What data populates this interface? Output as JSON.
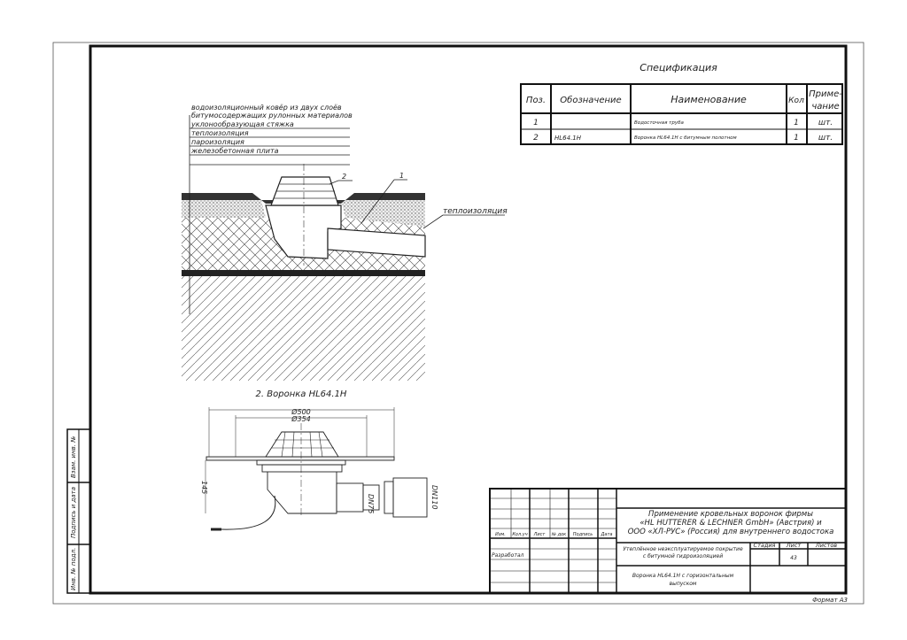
{
  "specification": {
    "title": "Спецификация",
    "headers": [
      "Поз.",
      "Обозначение",
      "Наименование",
      "Кол",
      "Приме-",
      "чание"
    ],
    "rows": [
      {
        "pos": "1",
        "designation": "",
        "name": "Водосточная труба",
        "qty": "1",
        "note": "шт."
      },
      {
        "pos": "2",
        "designation": "HL64.1H",
        "name": "Воронка HL64.1H с битумным полотном",
        "qty": "1",
        "note": "шт."
      }
    ]
  },
  "section": {
    "layers": [
      "водоизоляционный ковёр из двух слоёв",
      "битумосодержащих рулонных материалов",
      "уклонообразующая стяжка",
      "теплоизоляция",
      "пароизоляция",
      "железобетонная плита"
    ],
    "callouts": [
      "2",
      "1"
    ],
    "right_label": "теплоизоляция"
  },
  "funnel_view": {
    "title": "2. Воронка  HL64.1H",
    "dims": [
      "Ø500",
      "Ø354",
      "145",
      "DN75",
      "DN110"
    ]
  },
  "side_stamp": [
    "Взам. инв. №",
    "Подпись и дата",
    "Инв. № подл."
  ],
  "title_block": {
    "col_headers": [
      "Изм.",
      "Кол.уч",
      "Лист",
      "№ док",
      "Подпись",
      "Дата"
    ],
    "developed": "Разработал",
    "project_title": [
      "Применение кровельных воронок фирмы",
      "«HL HUTTERER & LECHNER GmbH» (Австрия) и",
      "ООО «ХЛ-РУС» (Россия) для внутреннего водостока"
    ],
    "object": [
      "Утеплённое неэксплуатируемое покрытие",
      "с битумной гидроизоляцией"
    ],
    "sheet_title": [
      "Воронка HL64.1H с горизонтальным",
      "выпуском"
    ],
    "stage_label": "Стадия",
    "sheet_label": "Лист",
    "sheets_label": "Листов",
    "sheet_number": "43"
  },
  "format": "Формат А3"
}
